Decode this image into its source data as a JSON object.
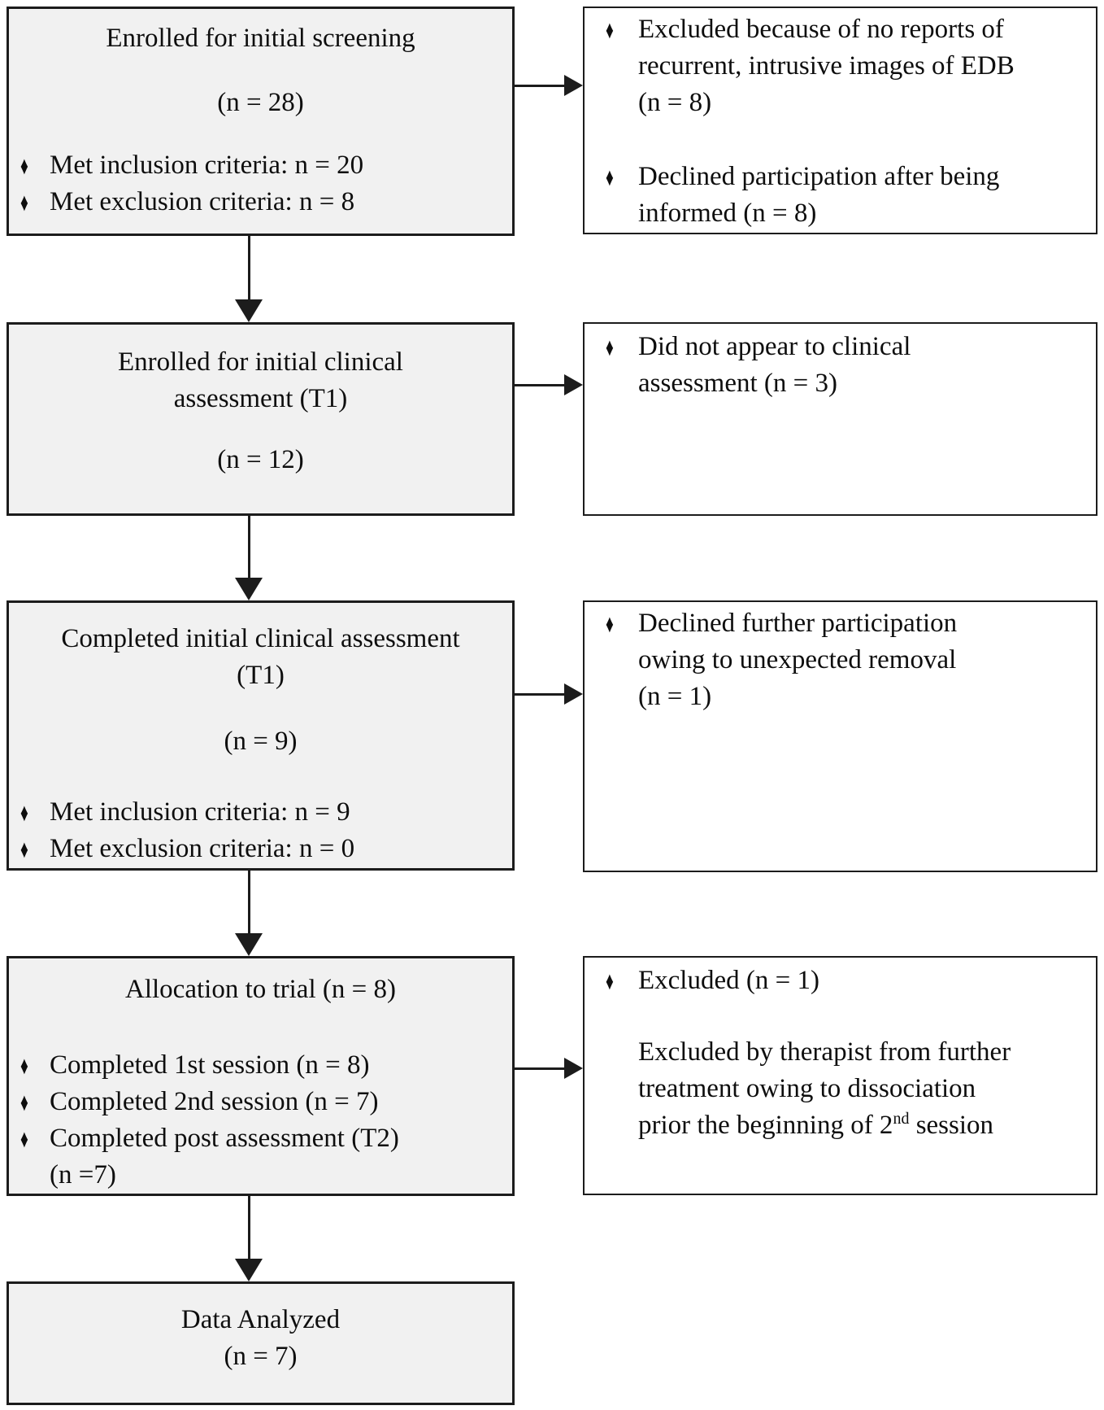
{
  "glyphs": {
    "bullet": "♦"
  },
  "colors": {
    "left_box_fill": "#f1f1f1",
    "right_box_fill": "#ffffff",
    "border": "#1c1c1c",
    "text": "#0e0e0e",
    "background": "#ffffff"
  },
  "flowchart": {
    "left_boxes": [
      {
        "title": "Enrolled for initial screening",
        "count": "(n = 28)",
        "bullets": [
          "Met inclusion criteria: n = 20",
          "Met exclusion criteria: n = 8"
        ]
      },
      {
        "title_lines": [
          "Enrolled for initial clinical",
          "assessment (T1)"
        ],
        "count": "(n = 12)"
      },
      {
        "title_lines": [
          "Completed initial clinical assessment",
          "(T1)"
        ],
        "count": "(n = 9)",
        "bullets": [
          "Met inclusion criteria: n = 9",
          "Met exclusion criteria: n = 0"
        ]
      },
      {
        "title": "Allocation to trial (n = 8)",
        "bullets": [
          "Completed 1st session (n = 8)",
          "Completed 2nd session (n = 7)"
        ],
        "bullet_wrapped": {
          "lines": [
            "Completed post assessment (T2)",
            "(n =7)"
          ]
        }
      },
      {
        "lines": [
          "Data Analyzed",
          "(n = 7)"
        ]
      }
    ],
    "right_boxes": [
      {
        "items": [
          {
            "lines": [
              "Excluded because of no reports of",
              "recurrent, intrusive images of EDB",
              "(n = 8)"
            ]
          },
          {
            "lines": [
              "Declined participation after being",
              "informed (n = 8)"
            ]
          }
        ]
      },
      {
        "items": [
          {
            "lines": [
              "Did not appear to clinical",
              "assessment (n = 3)"
            ]
          }
        ]
      },
      {
        "items": [
          {
            "lines": [
              "Declined further participation",
              "owing to unexpected removal",
              "(n = 1)"
            ]
          }
        ]
      },
      {
        "items": [
          {
            "lines": [
              "Excluded (n = 1)"
            ]
          },
          {
            "no_bullet": true,
            "lines": [
              "Excluded by therapist from further",
              "treatment owing to dissociation"
            ],
            "last_line": {
              "pre": "prior the beginning of 2",
              "sup": "nd",
              "post": " session"
            }
          }
        ]
      }
    ]
  }
}
